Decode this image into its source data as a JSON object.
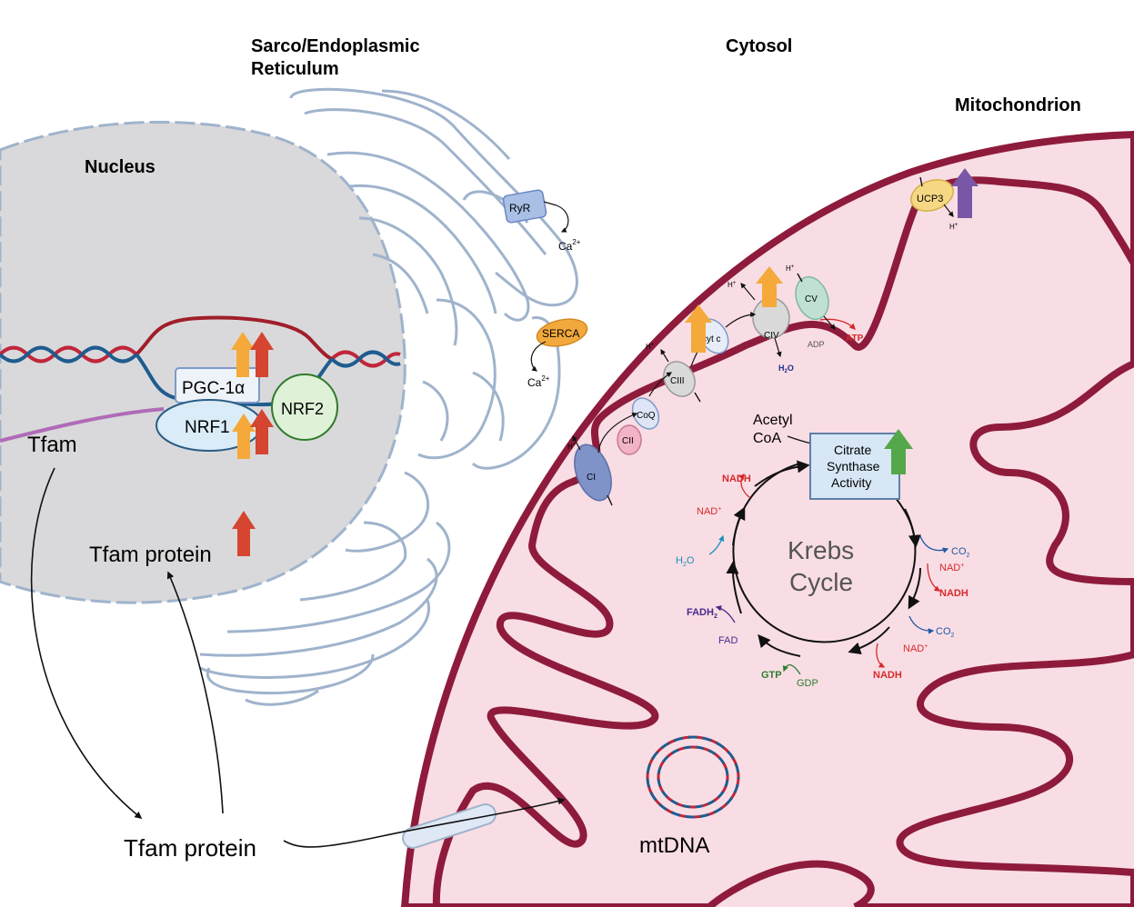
{
  "compartments": {
    "sr": "Sarco/Endoplasmic",
    "sr2": "Reticulum",
    "cytosol": "Cytosol",
    "mitochondrion": "Mitochondrion",
    "nucleus": "Nucleus"
  },
  "nucleus": {
    "pgc": "PGC-1α",
    "nrf1": "NRF1",
    "nrf2": "NRF2",
    "tfam_gene": "Tfam",
    "tfam_protein": "Tfam protein"
  },
  "cytosol": {
    "tfam_protein": "Tfam protein",
    "ryr": "RyR",
    "serca": "SERCA",
    "ca1": "Ca",
    "ca2": "Ca",
    "ca_sup": "2+"
  },
  "etc": {
    "ci": "CI",
    "cii": "CII",
    "coq": "CoQ",
    "ciii": "CIII",
    "cytc": "cyt c",
    "civ": "CIV",
    "cv": "CV",
    "ucp3": "UCP3",
    "h": "H",
    "h_sup": "+",
    "h2o": "H",
    "h2o_sub": "2",
    "h2o_o": "O",
    "adp": "ADP",
    "atp": "ATP"
  },
  "krebs": {
    "title1": "Krebs",
    "title2": "Cycle",
    "acetyl1": "Acetyl",
    "acetyl2": "CoA",
    "cs1": "Citrate",
    "cs2": "Synthase",
    "cs3": "Activity",
    "nadh": "NADH",
    "nad": "NAD",
    "nad_sup": "+",
    "co2": "CO",
    "co2_sub": "2",
    "h2o": "H",
    "h2o_sub": "2",
    "h2o_o": "O",
    "fadh": "FADH",
    "fadh_sub": "2",
    "fad": "FAD",
    "gtp": "GTP",
    "gdp": "GDP"
  },
  "mtdna": "mtDNA",
  "colors": {
    "mito_membrane": "#8e1b3c",
    "mito_matrix": "#f9dde4",
    "nucleus_fill": "#d9d9db",
    "er_stroke": "#9fb3cc",
    "arrow_orange": "#f5a93a",
    "arrow_red": "#d5452f",
    "arrow_green": "#55a84a",
    "arrow_purple": "#7a57a6"
  }
}
